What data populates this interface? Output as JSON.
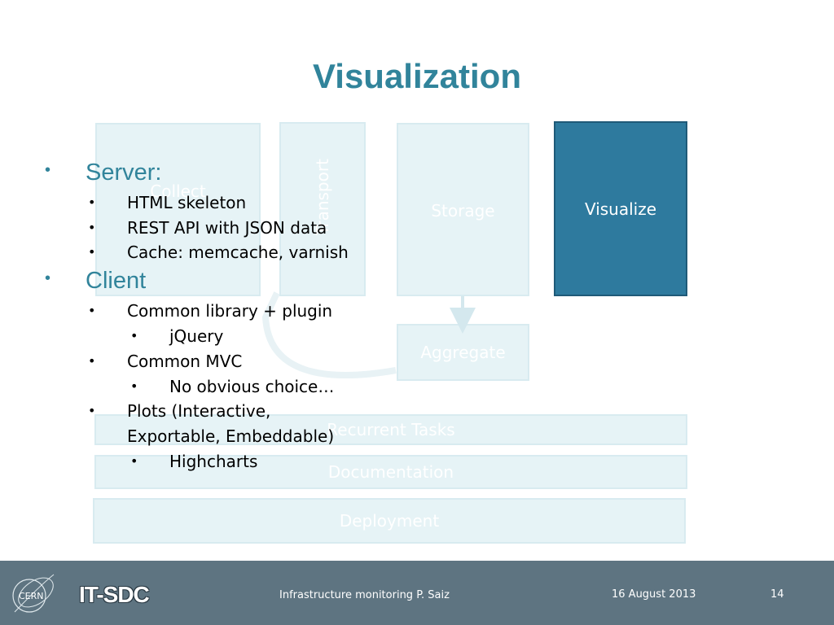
{
  "slide": {
    "title": "Visualization"
  },
  "diagram": {
    "collect": "Collect",
    "transport": "Transport",
    "storage": "Storage",
    "visualize": "Visualize",
    "aggregate": "Aggregate",
    "recurrent_tasks": "Recurrent Tasks",
    "documentation": "Documentation",
    "deployment": "Deployment"
  },
  "bullets": {
    "server": "Server:",
    "html_skeleton": "HTML skeleton",
    "rest_api": "REST API with JSON data",
    "cache": "Cache: memcache, varnish",
    "client": "Client",
    "common_library": "Common library + plugin",
    "jquery": "jQuery",
    "common_mvc": "Common MVC",
    "no_obvious": "No obvious choice…",
    "plots_line1": "Plots (Interactive,",
    "plots_line2": "Exportable, Embeddable)",
    "highcharts": "Highcharts"
  },
  "footer": {
    "logo_text": "CERN",
    "brand": "IT-SDC",
    "presentation": "Infrastructure monitoring   P. Saiz",
    "date": "16 August 2013",
    "page_number": "14"
  },
  "colors": {
    "accent": "#31849b",
    "visualize_box": "#2e7a9e",
    "light_box": "#e6f3f6",
    "footer_bg": "#5e7481"
  }
}
